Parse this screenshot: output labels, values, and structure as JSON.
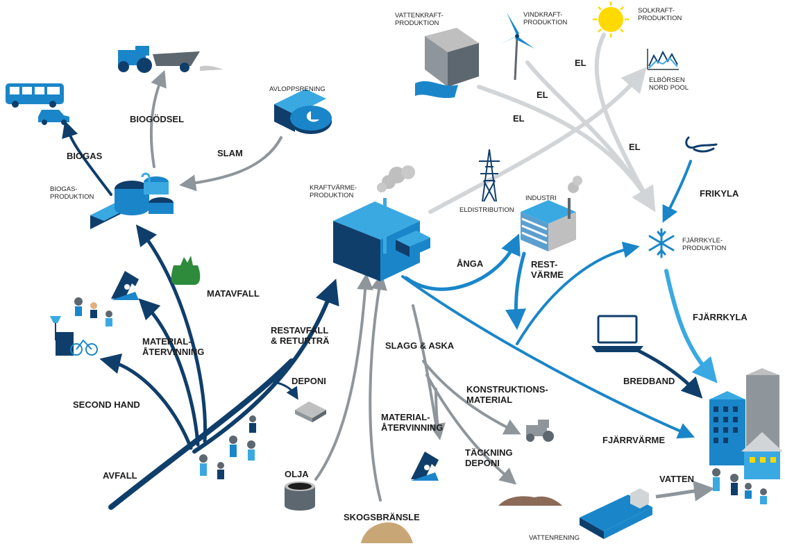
{
  "colors": {
    "navy": "#0f3e6b",
    "blue": "#1a86c9",
    "light_blue": "#3aa9e2",
    "gray_arrow": "#8e969c",
    "light_gray_arrow": "#d2d5d8",
    "sun": "#ffd900",
    "green_bag": "#2e8b3c"
  },
  "icons": {
    "bus": "bus-icon",
    "car": "car-icon",
    "tractor": "tractor-icon",
    "sewage": "sewage-plant-icon",
    "biogas": "biogas-tanks-icon",
    "recycle": "recycle-icon",
    "bag": "waste-bag-icon",
    "people": "people-icon",
    "furniture": "lamp-bicycle-icon",
    "plant": "chp-plant-icon",
    "pylon": "power-pylon-icon",
    "industry": "factory-icon",
    "hydro": "hydro-dam-icon",
    "wind": "wind-turbine-icon",
    "sun": "sun-icon",
    "market": "price-chart-icon",
    "snowflake": "snowflake-icon",
    "wind_swirl": "wind-icon",
    "laptop": "laptop-icon",
    "buildings": "buildings-icon",
    "landfill": "landfill-icon",
    "oil": "oil-tank-icon",
    "woodchips": "woodchip-pile-icon",
    "water_basin": "water-basin-icon",
    "soil": "soil-pile-icon"
  },
  "labels": {
    "biogas_prod": "BIOGAS-\nPRODUKTION",
    "biogas": "BIOGAS",
    "biogodsel": "BIOGÖDSEL",
    "slam": "SLAM",
    "avloppsrening": "AVLOPPSRENING",
    "matavfall": "MATAVFALL",
    "material_left": "MATERIAL-\nÅTERVINNING",
    "second_hand": "SECOND HAND",
    "avfall": "AVFALL",
    "restavfall": "RESTAVFALL\n& RETURTRÄ",
    "deponi": "DEPONI",
    "olja": "OLJA",
    "skogsbransle": "SKOGSBRÄNSLE",
    "kraftvarme": "KRAFTVÄRME-\nPRODUKTION",
    "slagg": "SLAGG & ASKA",
    "konstruktion": "KONSTRUKTIONS-\nMATERIAL",
    "material_right": "MATERIAL-\nÅTERVINNING",
    "tackning": "TÄCKNING\nDEPONI",
    "eldistribution": "ELDISTRIBUTION",
    "industri": "INDUSTRI",
    "anga": "ÅNGA",
    "restvarme": "REST-\nVÄRME",
    "vattenkraft": "VATTENKRAFT-\nPRODUKTION",
    "vindkraft": "VINDKRAFT-\nPRODUKTION",
    "solkraft": "SOLKRAFT-\nPRODUKTION",
    "elborsen": "ELBÖRSEN\nNORD POOL",
    "el1": "EL",
    "el2": "EL",
    "el3": "EL",
    "el4": "EL",
    "frikyla": "FRIKYLA",
    "fjarrkyle_prod": "FJÄRRKYLE-\nPRODUKTION",
    "fjarrkyla": "FJÄRRKYLA",
    "bredband": "BREDBAND",
    "fjarrvarme": "FJÄRRVÄRME",
    "vatten": "VATTEN",
    "vattenrening": "VATTENRENING"
  }
}
